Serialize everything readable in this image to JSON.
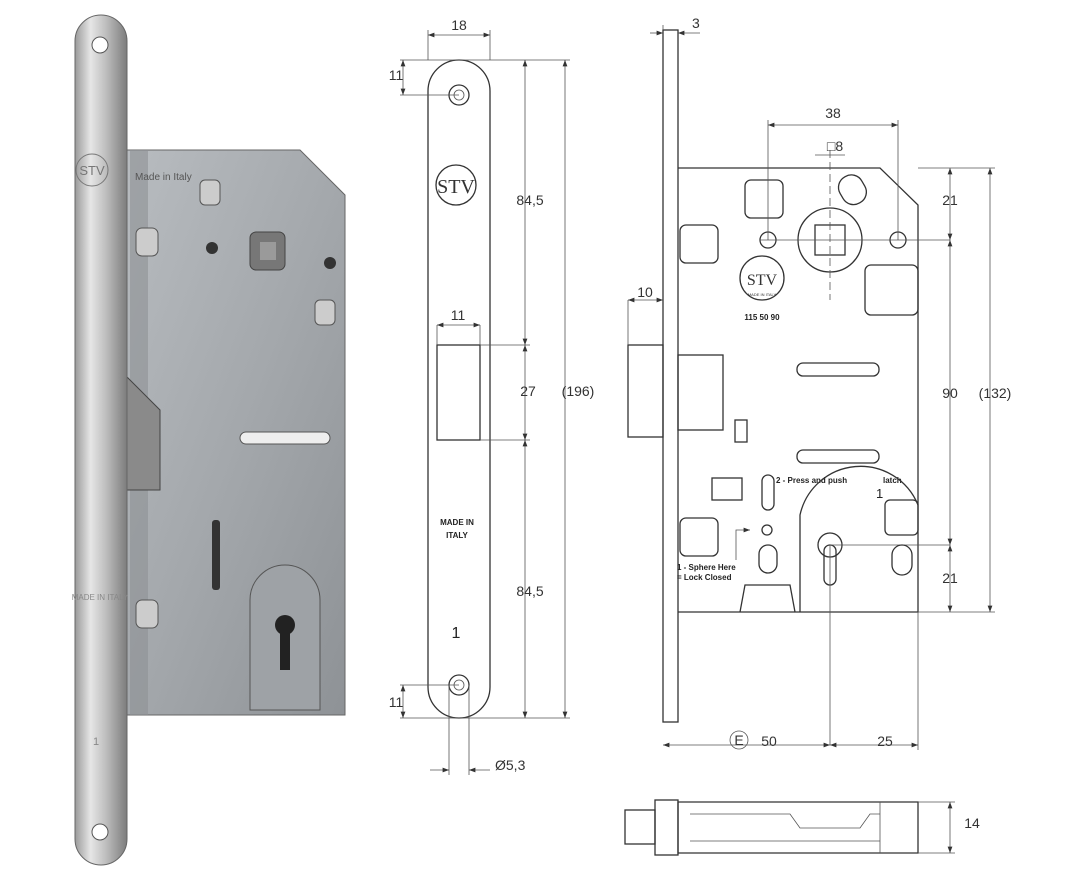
{
  "photo": {
    "logo_text": "STV",
    "stamp_text": "Made in Italy",
    "faceplate_stamp": "MADE IN ITALY",
    "faceplate_number": "1"
  },
  "front_view": {
    "logo_text": "STV",
    "made_in_line1": "MADE IN",
    "made_in_line2": "ITALY",
    "number": "1",
    "dims": {
      "width": "18",
      "hole_offset_top": "11",
      "hole_offset_bottom": "11",
      "latch_width": "11",
      "upper": "84,5",
      "latch_height": "27",
      "total": "(196)",
      "lower": "84,5",
      "hole_diameter": "Ø5,3"
    }
  },
  "side_view": {
    "logo_text": "STV",
    "logo_ring_text": "MADE IN ITALY",
    "part_code": "115 50 90",
    "label_press": "2 - Press and push",
    "label_latch": "latch",
    "label_one": "1",
    "label_sphere": "1 - Sphere Here",
    "label_lock": "= Lock Closed",
    "dims": {
      "faceplate_thickness": "3",
      "spindle_to_hole": "38",
      "spindle_square": "□8",
      "top_to_spindle": "21",
      "spindle_to_key": "90",
      "body_height": "(132)",
      "key_to_bottom": "21",
      "latch_projection": "10",
      "backset_marker": "E",
      "backset": "50",
      "key_to_back": "25",
      "bolt_height": "14"
    }
  }
}
